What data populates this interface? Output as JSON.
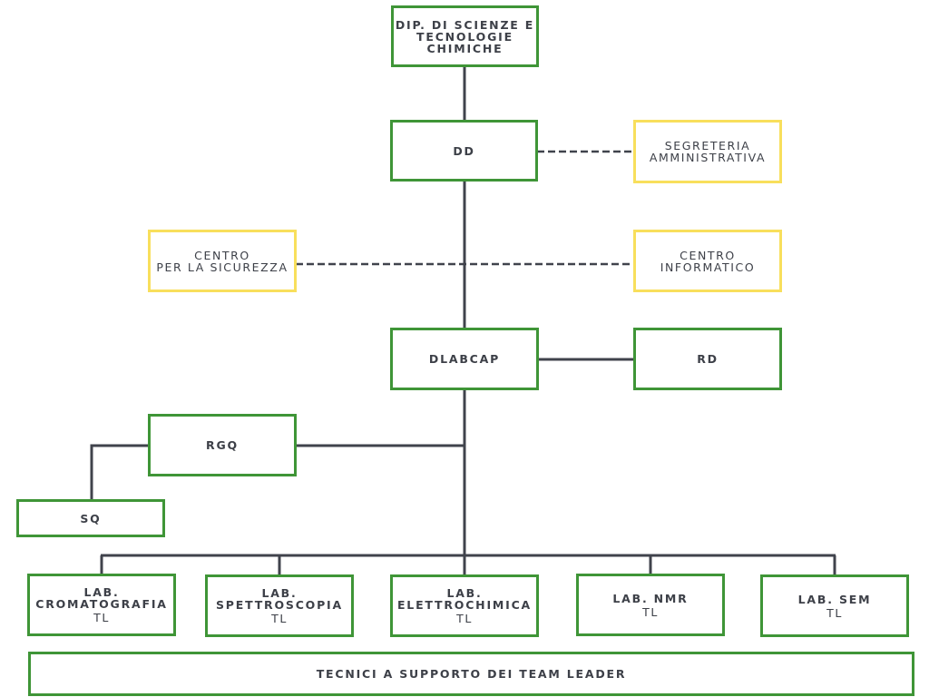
{
  "nodes": {
    "dip": {
      "lines": [
        "DIP. DI SCIENZE E",
        "TECNOLOGIE",
        "CHIMICHE"
      ]
    },
    "dd": {
      "label": "DD"
    },
    "segreteria": {
      "lines": [
        "SEGRETERIA",
        "AMMINISTRATIVA"
      ]
    },
    "centro_sicurezza": {
      "lines": [
        "CENTRO",
        "PER LA SICUREZZA"
      ]
    },
    "centro_informatico": {
      "lines": [
        "CENTRO",
        "INFORMATICO"
      ]
    },
    "dlabcap": {
      "label": "DLABCAP"
    },
    "rd": {
      "label": "RD"
    },
    "rgq": {
      "label": "RGQ"
    },
    "sq": {
      "label": "SQ"
    },
    "labs": [
      {
        "lines": [
          "LAB.",
          "CROMATOGRAFIA"
        ],
        "sub": "TL"
      },
      {
        "lines": [
          "LAB.",
          "SPETTROSCOPIA"
        ],
        "sub": "TL"
      },
      {
        "lines": [
          "LAB.",
          "ELETTROCHIMICA"
        ],
        "sub": "TL"
      },
      {
        "lines": [
          "LAB. NMR"
        ],
        "sub": "TL"
      },
      {
        "lines": [
          "LAB. SEM"
        ],
        "sub": "TL"
      }
    ],
    "tecnici": {
      "label": "TECNICI A SUPPORTO DEI TEAM LEADER"
    }
  },
  "colors": {
    "green_border": "#3f9537",
    "yellow_border": "#f8df5c",
    "line": "#40434c",
    "text": "#3d4048"
  }
}
